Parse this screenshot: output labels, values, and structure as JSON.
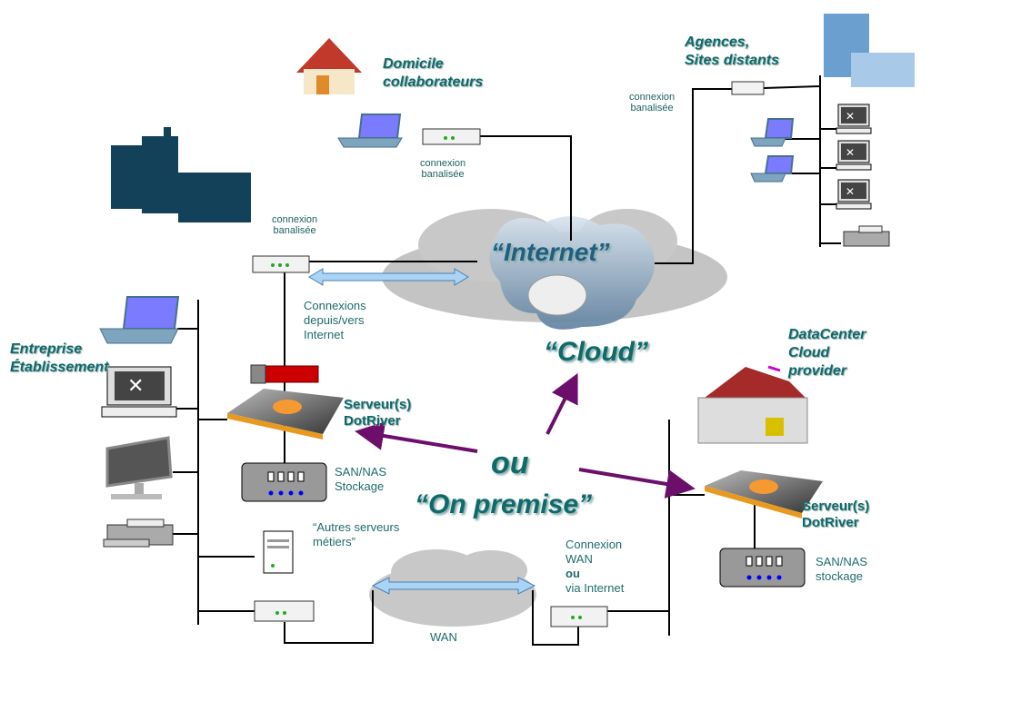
{
  "sites": {
    "home": "Domicile\ncollaborateurs",
    "agencies_line1": "Agences,",
    "agencies_line2": "Sites distants",
    "enterprise_line1": "Entreprise",
    "enterprise_line2": "Établissement",
    "datacenter_line1": "DataCenter",
    "datacenter_line2": "Cloud",
    "datacenter_line3": "provider"
  },
  "connections": {
    "banalisee_1": "connexion",
    "banalisee_2": "banalisée",
    "internet_conn_1": "Connexions",
    "internet_conn_2": "depuis/vers",
    "internet_conn_3": "Internet",
    "wan_1": "Connexion",
    "wan_2": "WAN",
    "wan_3": "ou",
    "wan_4": "via Internet",
    "wan_label": "WAN"
  },
  "servers": {
    "dotriver_1": "Serveur(s)",
    "dotriver_2": "DotRiver",
    "san_1": "SAN/NAS",
    "san_2_left": "Stockage",
    "san_2_right": "stockage",
    "others_1": "“Autres serveurs",
    "others_2": "métiers”"
  },
  "center": {
    "internet": "“Internet”",
    "cloud": "“Cloud”",
    "ou": "ou",
    "on_premise": "“On premise”"
  },
  "colors": {
    "text": "#0f6a6a",
    "arrow": "#6b0f6b",
    "line": "#000000"
  }
}
